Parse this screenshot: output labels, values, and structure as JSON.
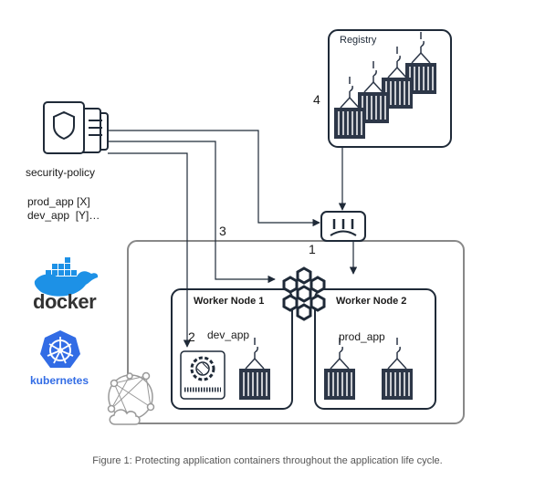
{
  "registry": {
    "label": "Registry"
  },
  "policy": {
    "label": "security-policy",
    "line1": "prod_app [X]",
    "line2": "dev_app  [Y]…"
  },
  "steps": {
    "s1": "1",
    "s2": "2",
    "s3": "3",
    "s4": "4"
  },
  "worker1": {
    "label": "Worker Node 1",
    "app": "dev_app"
  },
  "worker2": {
    "label": "Worker Node 2",
    "app": "prod_app"
  },
  "logos": {
    "docker": "docker",
    "kubernetes": "kubernetes"
  },
  "caption": "Figure 1: Protecting application containers throughout the application life cycle.",
  "icons": [
    "shield-document-icon",
    "container-icon",
    "firewall-icon",
    "hexagon-cluster-icon",
    "gear-scanner-icon",
    "docker-whale-icon",
    "kubernetes-helm-icon",
    "network-cloud-icon"
  ],
  "colors": {
    "stroke": "#1f2a38",
    "container": "#2d3748",
    "docker": "#1d91e6",
    "kubernetes": "#326ce5",
    "cluster": "#888888"
  }
}
